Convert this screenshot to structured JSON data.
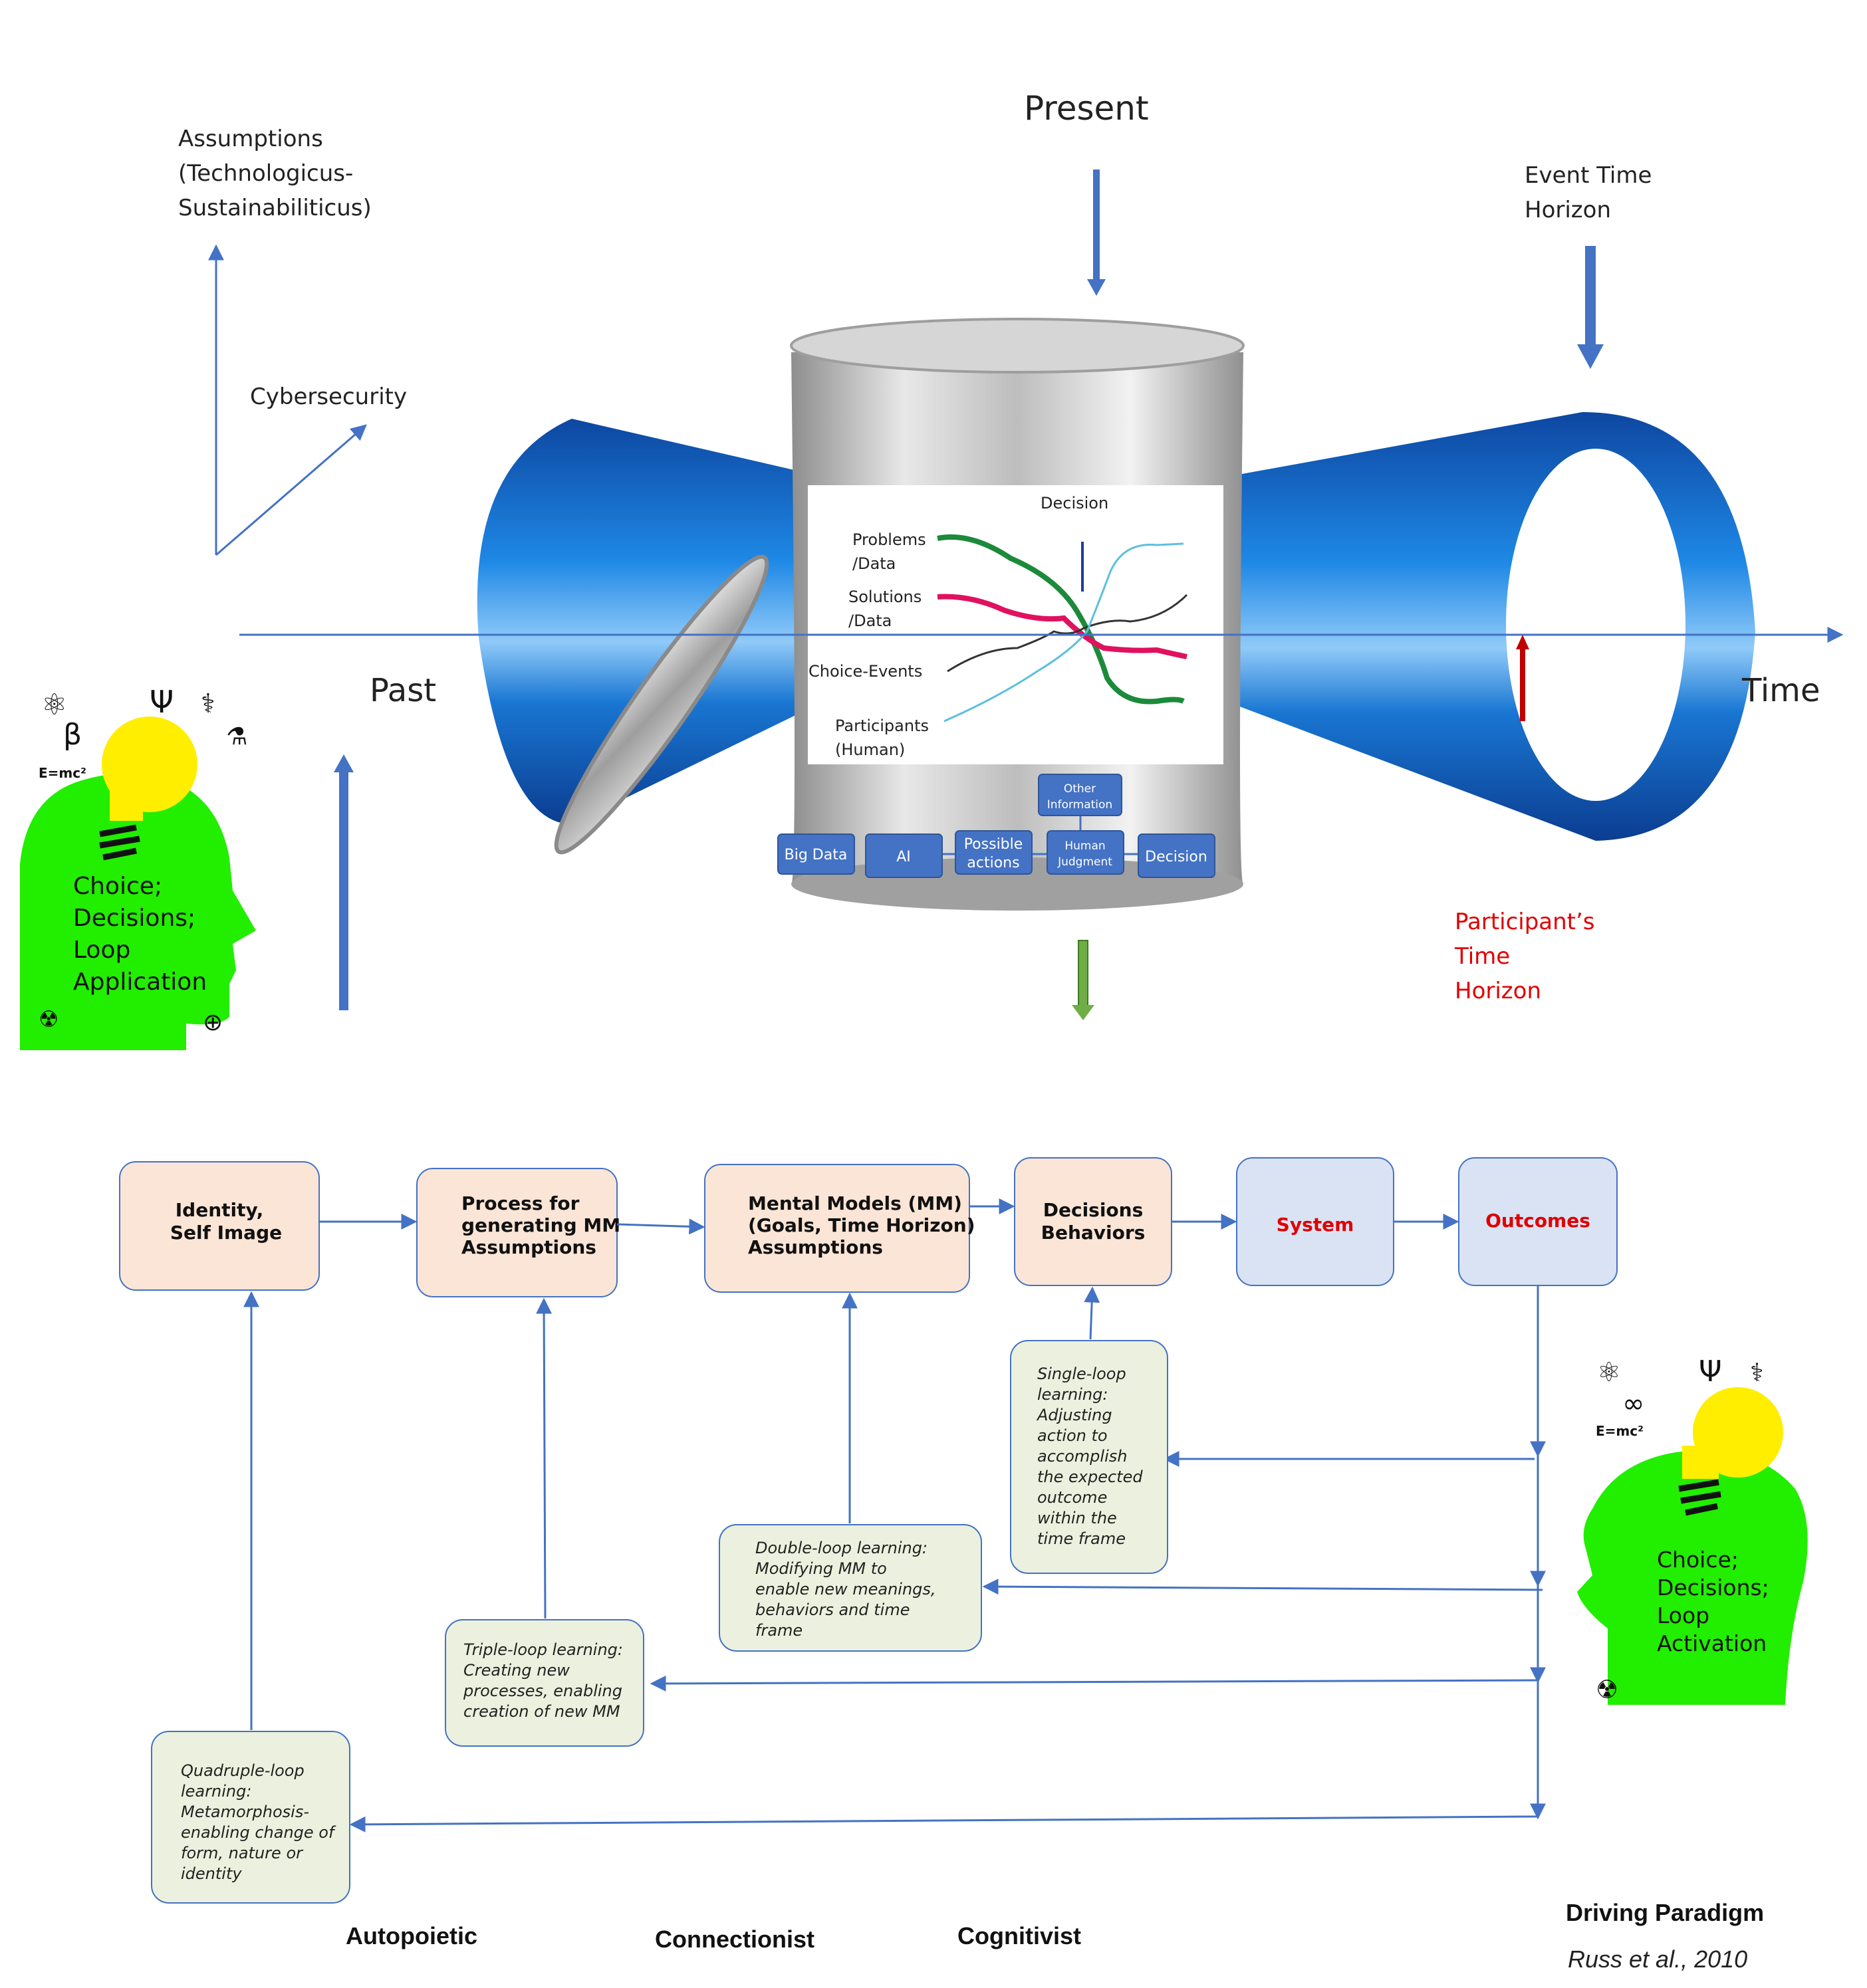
{
  "top_labels": {
    "present": "Present",
    "event_time_horizon": [
      "Event Time",
      "Horizon"
    ],
    "assumptions": [
      "Assumptions",
      "(Technologicus-",
      "Sustainabiliticus)"
    ],
    "cybersecurity": "Cybersecurity",
    "past": "Past",
    "time": "Time",
    "participant_time_horizon": [
      "Participant’s",
      "Time",
      "Horizon"
    ],
    "head_top_text": [
      "Choice;",
      "Decisions;",
      "Loop",
      "Application"
    ]
  },
  "can_chart": {
    "decision": "Decision",
    "rows": [
      [
        "Problems",
        "/Data"
      ],
      [
        "Solutions",
        "/Data"
      ],
      [
        "Choice-Events"
      ],
      [
        "Participants",
        "(Human)"
      ]
    ]
  },
  "can_flow": {
    "big_data": "Big Data",
    "ai": "AI",
    "possible_actions": [
      "Possible",
      "actions"
    ],
    "human_judgment": [
      "Human",
      "Judgment"
    ],
    "decision": "Decision",
    "other_information": [
      "Other",
      "Information"
    ]
  },
  "flow": {
    "identity": [
      "Identity,",
      "Self Image"
    ],
    "process": [
      "Process for",
      "generating MM",
      "Assumptions"
    ],
    "mental_models": [
      "Mental Models (MM)",
      "(Goals,  Time Horizon)",
      "Assumptions"
    ],
    "decisions": [
      "Decisions",
      "Behaviors"
    ],
    "system": "System",
    "outcomes": "Outcomes"
  },
  "loops": {
    "single": [
      "Single-loop",
      "learning:",
      "Adjusting",
      "action to",
      "accomplish",
      "the expected",
      "outcome",
      "within the",
      "time frame"
    ],
    "double": [
      "Double-loop learning:",
      "Modifying MM to",
      "enable new meanings,",
      "behaviors and time",
      "frame"
    ],
    "triple": [
      "Triple-loop learning:",
      "Creating new",
      "processes, enabling",
      "creation of new MM"
    ],
    "quadruple": [
      "Quadruple-loop",
      "learning:",
      "Metamorphosis-",
      "enabling change of",
      "form, nature or",
      "identity"
    ]
  },
  "paradigms": {
    "autopoietic": "Autopoietic",
    "connectionist": "Connectionist",
    "cognitivist": "Cognitivist",
    "driving_paradigm": "Driving Paradigm",
    "citation": "Russ et al., 2010"
  },
  "head_bottom_text": [
    "Choice;",
    "Decisions;",
    "Loop",
    "Activation"
  ],
  "colors": {
    "cone_blue": "#1565c0",
    "arrow_blue": "#4472c4",
    "peach_box": "#fbe5d6",
    "blue_box": "#dae3f3",
    "green_box": "#ebf1de",
    "red_text": "#e00000",
    "head_green": "#22ee00",
    "bulb_yellow": "#ffee00"
  }
}
